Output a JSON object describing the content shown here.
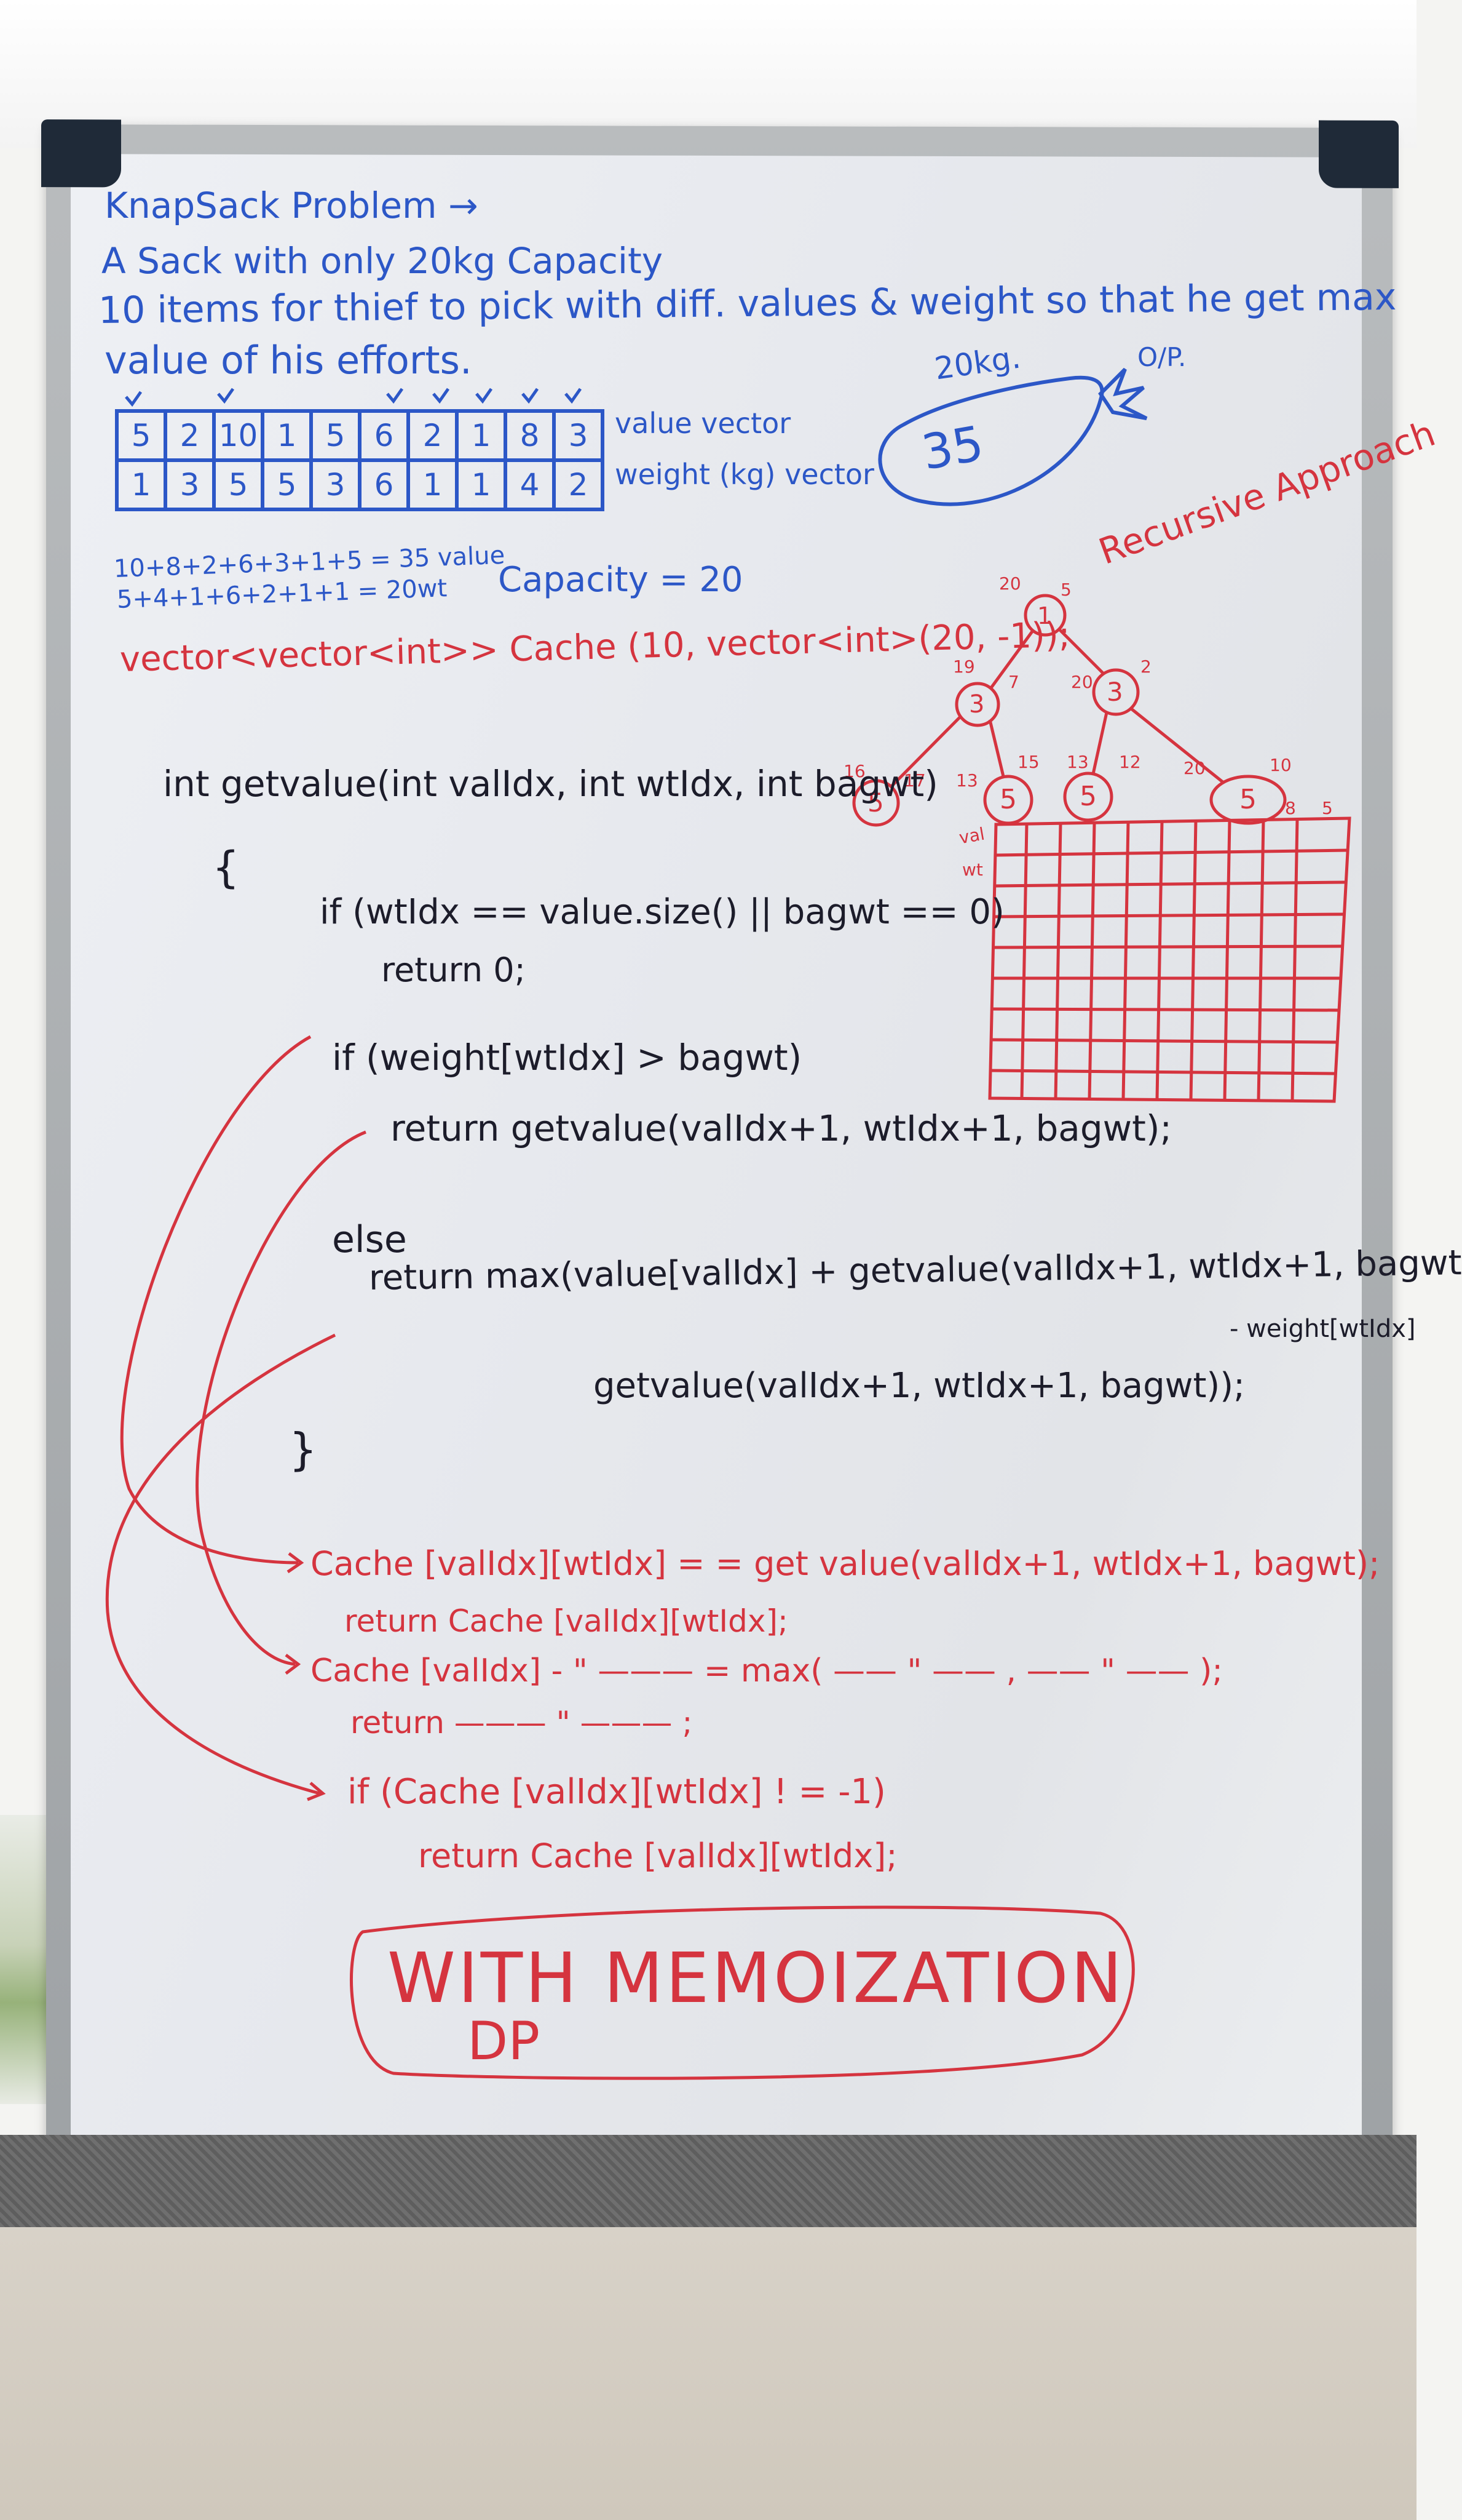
{
  "board": {
    "title": "KnapSack Problem →",
    "line1": "A Sack with only 20kg Capacity",
    "line2": "10 items for thief to pick with diff. values & weight so that he get max",
    "line3": "value of his efforts.",
    "values": [
      "5",
      "2",
      "10",
      "1",
      "5",
      "6",
      "2",
      "1",
      "8",
      "3"
    ],
    "weights": [
      "1",
      "3",
      "5",
      "5",
      "3",
      "6",
      "1",
      "1",
      "4",
      "2"
    ],
    "value_label": "value vector",
    "weight_label": "weight (kg) vector",
    "sack_capacity": "20kg.",
    "sack_value": "35",
    "sack_output": "O/P.",
    "sum_value": "10+8+2+6+3+1+5 = 35 value",
    "sum_weight": "5+4+1+6+2+1+1 = 20wt",
    "capacity": "Capacity = 20",
    "recursive_label": "Recursive Approach",
    "cache_decl": "vector<vector<int>> Cache (10, vector<int>(20, -1));",
    "code": {
      "sig": "int getvalue(int valIdx, int wtIdx, int bagwt)",
      "open": "{",
      "if1": "if (wtIdx == value.size() || bagwt == 0)",
      "ret0": "return 0;",
      "if2": "if (weight[wtIdx] > bagwt)",
      "ret1": "return getvalue(valIdx+1, wtIdx+1, bagwt);",
      "else": "else",
      "ret2a": "return max(value[valIdx] + getvalue(valIdx+1, wtIdx+1, bagwt",
      "ret2b": "- weight[wtIdx]",
      "ret2c": "getvalue(valIdx+1, wtIdx+1, bagwt));",
      "close": "}"
    },
    "memo": {
      "m1": "Cache [valIdx][wtIdx] = = get value(valIdx+1, wtIdx+1, bagwt);",
      "m2": "return Cache [valIdx][wtIdx];",
      "m3": "Cache [valIdx] - \" ——— = max( ——  \" —— , —— \" —— );",
      "m4": "return ——— \" ——— ;",
      "m5": "if (Cache [valIdx][wtIdx] ! = -1)",
      "m6": "return Cache [valIdx][wtIdx];"
    },
    "tree": {
      "nodes": [
        "1",
        "3",
        "3",
        "5",
        "5",
        "5",
        "5"
      ],
      "edge_labels": [
        "20",
        "5",
        "19",
        "7",
        "20",
        "2",
        "16",
        "17",
        "13",
        "15",
        "13",
        "12",
        "20",
        "10",
        "8",
        "5"
      ]
    },
    "grid_labels": {
      "row_head": "wt",
      "col_head": "val"
    },
    "banner_line1": "WITH MEMOIZATION",
    "banner_line2": "DP"
  },
  "colors": {
    "blue_marker": "#2c57c7",
    "red_marker": "#d5343f",
    "black_marker": "#1c1c2a",
    "frame": "#1f2a38"
  }
}
